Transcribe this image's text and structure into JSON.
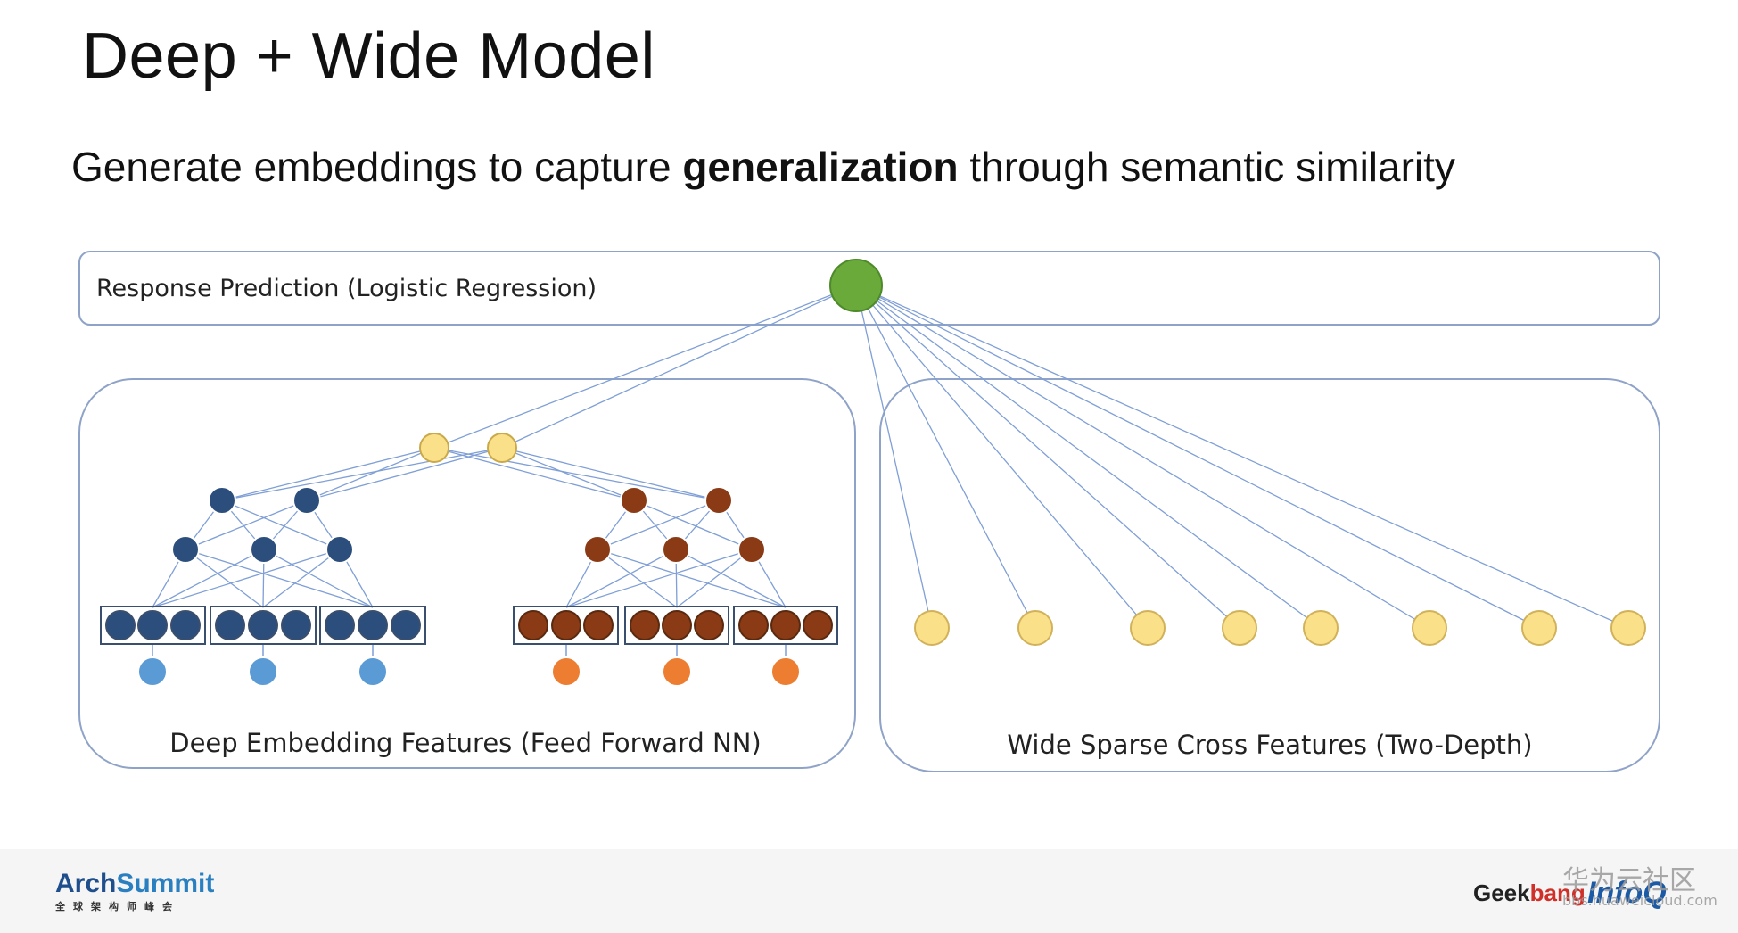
{
  "slide": {
    "title": "Deep + Wide Model",
    "subtitle_before": "Generate embeddings to capture ",
    "subtitle_bold": "generalization",
    "subtitle_after": " through semantic similarity"
  },
  "diagram": {
    "top_box_label": "Response Prediction (Logistic Regression)",
    "deep_box_label": "Deep Embedding Features (Feed Forward NN)",
    "wide_box_label": "Wide Sparse Cross Features (Two-Depth)",
    "colors": {
      "output": "#6aaa3a",
      "yellow": "#fbe08a",
      "blue_dark": "#2c4e7c",
      "blue_light": "#5b9bd5",
      "brown": "#8a3a14",
      "orange": "#ed7d31",
      "edge": "#7f9fd6",
      "box_border": "#8fa3c8"
    }
  },
  "footer": {
    "arch_logo_part1": "Arch",
    "arch_logo_part2": "Summit",
    "arch_logo_sub": "全球架构师峰会",
    "geek_logo_part1": "Geek",
    "geek_logo_part2": "bang",
    "infoq_logo": "InfoQ",
    "watermark_cn": "华为云社区",
    "watermark_url": "bbs.huaweicloud.com"
  }
}
